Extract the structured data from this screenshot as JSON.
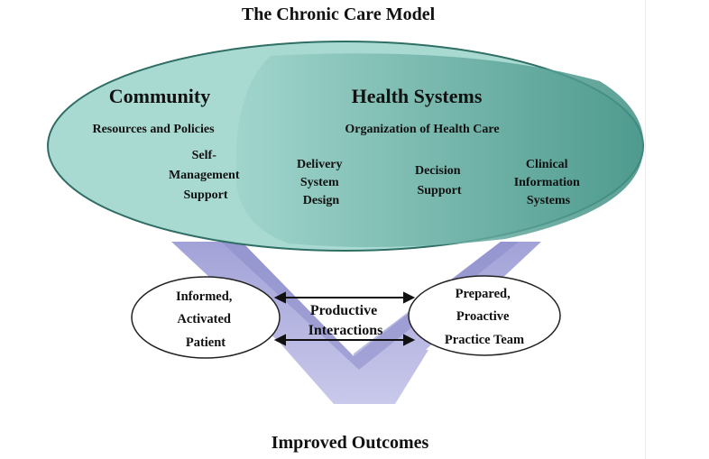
{
  "title": "The Chronic Care Model",
  "community": {
    "heading": "Community",
    "subheading": "Resources and Policies"
  },
  "health_systems": {
    "heading": "Health Systems",
    "subheading": "Organization of Health Care",
    "components": [
      {
        "name": "self-management-support",
        "lines": [
          "Self-",
          "Management",
          "Support"
        ]
      },
      {
        "name": "delivery-system-design",
        "lines": [
          "Delivery",
          "System",
          "Design"
        ]
      },
      {
        "name": "decision-support",
        "lines": [
          "Decision",
          "Support"
        ]
      },
      {
        "name": "clinical-information-systems",
        "lines": [
          "Clinical",
          "Information",
          "Systems"
        ]
      }
    ]
  },
  "interactions": {
    "patient": [
      "Informed,",
      "Activated",
      "Patient"
    ],
    "center": [
      "Productive",
      "Interactions"
    ],
    "team": [
      "Prepared,",
      "Proactive",
      "Practice Team"
    ]
  },
  "outcome": "Improved Outcomes",
  "colors": {
    "ellipse_light": "#a9dbd3",
    "ellipse_dark": "#3c8d80",
    "arrow_fill": "#b9b9e3",
    "arrow_dark": "#7d7dbf",
    "text": "#111111"
  }
}
